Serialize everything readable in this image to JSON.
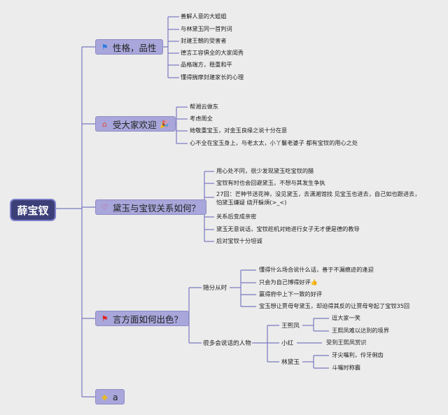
{
  "root": "薛宝钗",
  "branches": [
    {
      "icon": "blue-flag-icon",
      "icon_char": "⚑",
      "icon_color": "#2a7de1",
      "label": "性格，品性",
      "leaves": [
        "善解人意的大姐姐",
        "与林黛玉同一首判词",
        "封建王朝的受害者",
        "德言工容俱全的大家闺秀",
        "品格端方，稳重和平",
        "懂得揣摩封建家长的心理"
      ]
    },
    {
      "icon": "house-icon",
      "icon_char": "⌂",
      "icon_color": "#e0503c",
      "label": "受大家欢迎",
      "badge": "🎉",
      "leaves": [
        "帮湘云做东",
        "考虑周全",
        "她敬重宝玉，对金玉良缘之说十分在意",
        "心不全在宝玉身上，与老太太，小丫鬟老婆子 都有宝钗的用心之处"
      ]
    },
    {
      "icon": "heart-icon",
      "icon_char": "♡",
      "icon_color": "#d8366a",
      "label": "黛玉与宝钗关系如何？",
      "leaves": [
        "用心处不同，很少发现黛玉吃宝钗的醋",
        "宝钗有时也会回避黛玉，不想与其发生争执",
        "27回：芒种节送花神，没见黛玉，去潇湘馆找 见宝玉也进去，自己如也跟进去，",
        "怕黛玉嫌疑 绕开躲煩(>_<)",
        "关系后变成亲密",
        "黛玉无意说话，宝钗趁机对她进行女子无才便是德的教导",
        "后对宝钗十分坦诚"
      ]
    },
    {
      "icon": "red-flag-icon",
      "icon_char": "⚑",
      "icon_color": "#e02424",
      "label": "言方面如何出色？",
      "sub": [
        {
          "label": "随分从时",
          "leaves": [
            "懂得什么场合说什么话，善于不漏痕迹的逢迎",
            "只会为自己博得好评👍",
            "赢得府中上下一致的好评",
            "宝玉想让贾母夸黛玉，却迫得其反的让贾母夸起了宝钗35回"
          ]
        },
        {
          "label": "很多会说话的人物",
          "people": [
            {
              "name": "王熙凤",
              "leaves": [
                "逗大家一笑",
                "王熙凤难以达到的境界"
              ]
            },
            {
              "name": "小红",
              "leaves": [
                "受到王熙凤赏识"
              ]
            },
            {
              "name": "林黛玉",
              "leaves": [
                "牙尖嘴利，伶牙俐齿",
                "斗嘴时称霸"
              ]
            }
          ]
        }
      ]
    },
    {
      "icon": "gem-icon",
      "icon_char": "◆",
      "icon_color": "#e3b92a",
      "label": "a"
    }
  ]
}
